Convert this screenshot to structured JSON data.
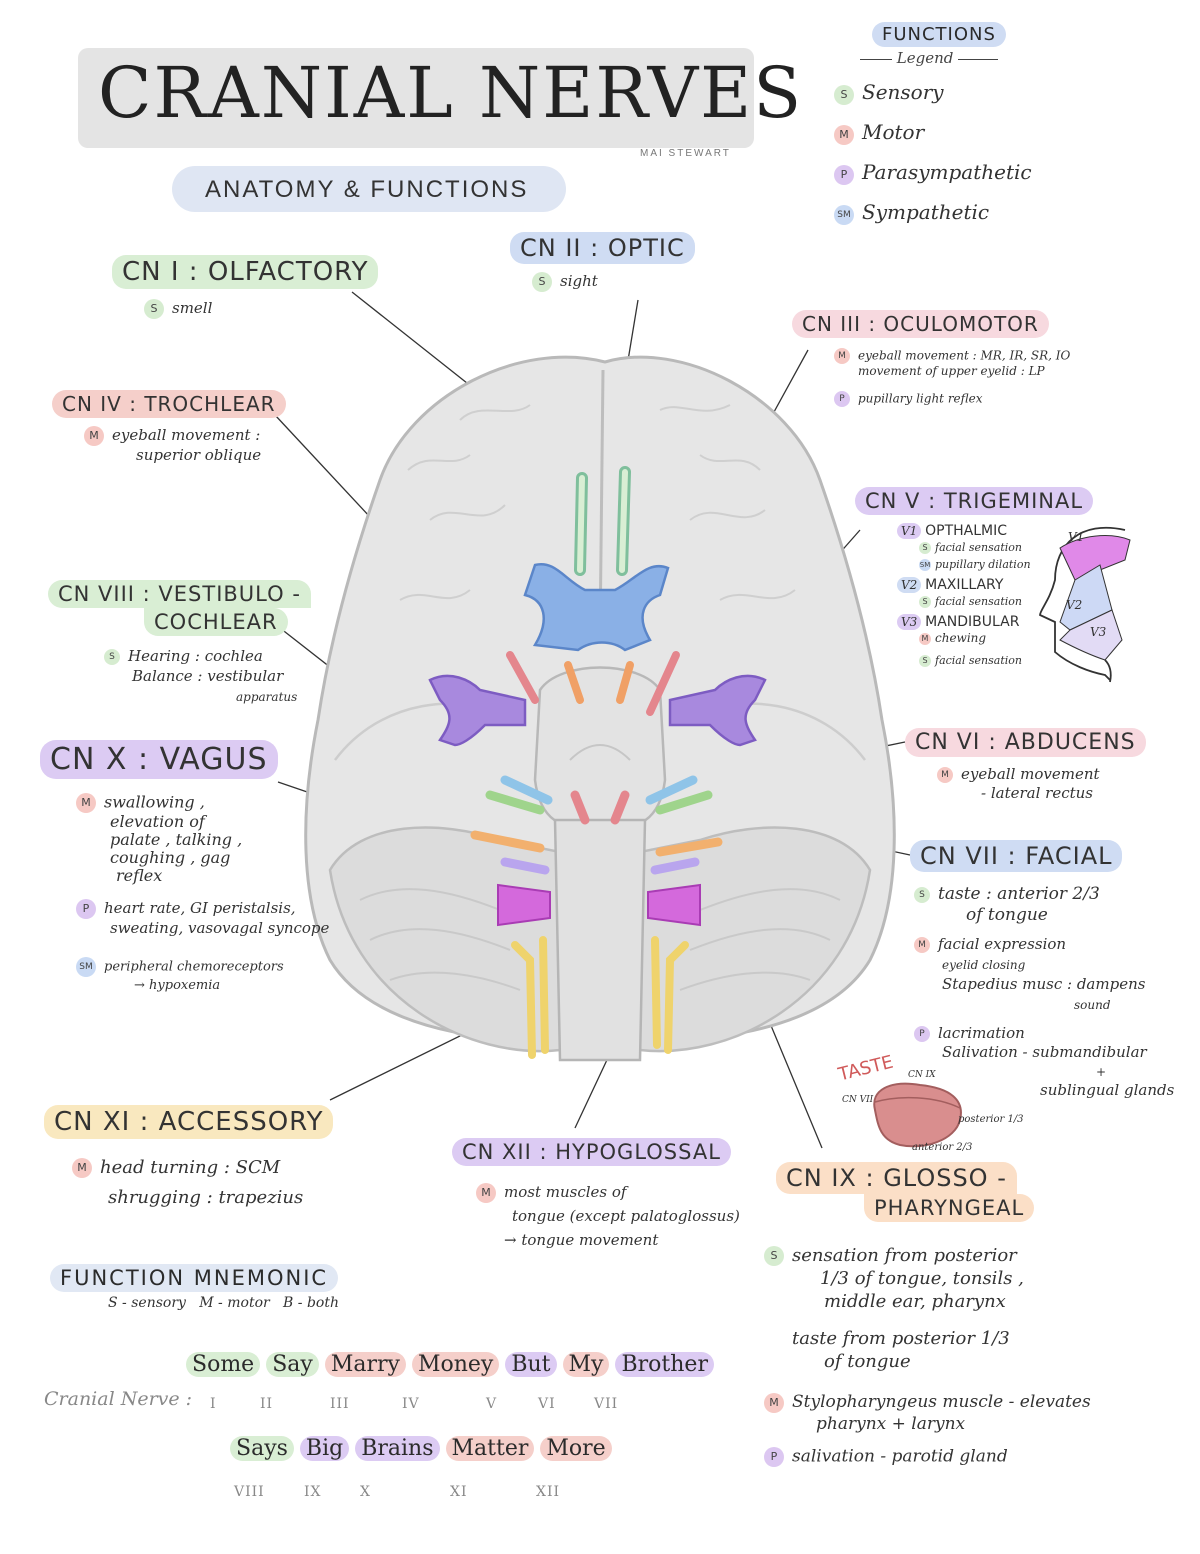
{
  "title": "CRANIAL NERVES",
  "subtitle": "ANATOMY & FUNCTIONS",
  "author": "MAI STEWART",
  "legend": {
    "heading": "FUNCTIONS",
    "label": "Legend",
    "items": [
      {
        "badge": "S",
        "label": "Sensory",
        "color": "#d6ecd0"
      },
      {
        "badge": "M",
        "label": "Motor",
        "color": "#f6c9c4"
      },
      {
        "badge": "P",
        "label": "Parasympathetic",
        "color": "#dcc7f1"
      },
      {
        "badge": "SM",
        "label": "Sympathetic",
        "color": "#c9daf4"
      }
    ]
  },
  "nerves": {
    "cn1": {
      "title": "CN I : OLFACTORY",
      "items": [
        {
          "badge": "S",
          "text": "smell"
        }
      ]
    },
    "cn2": {
      "title": "CN II : OPTIC",
      "items": [
        {
          "badge": "S",
          "text": "sight"
        }
      ]
    },
    "cn3": {
      "title": "CN III : OCULOMOTOR",
      "items": [
        {
          "badge": "M",
          "text": "eyeball movement : MR, IR, SR, IO",
          "text2": "movement of upper eyelid : LP"
        },
        {
          "badge": "P",
          "text": "pupillary light reflex"
        }
      ]
    },
    "cn4": {
      "title": "CN IV : TROCHLEAR",
      "items": [
        {
          "badge": "M",
          "text": "eyeball movement :",
          "text2": "superior oblique"
        }
      ]
    },
    "cn5": {
      "title": "CN V : TRIGEMINAL",
      "v1": {
        "label": "V1",
        "name": "OPTHALMIC",
        "s": "facial sensation",
        "sm": "pupillary dilation"
      },
      "v2": {
        "label": "V2",
        "name": "MAXILLARY",
        "s": "facial sensation"
      },
      "v3": {
        "label": "V3",
        "name": "MANDIBULAR",
        "m": "chewing",
        "s": "facial sensation"
      },
      "face_labels": [
        "V1",
        "V2",
        "V3"
      ]
    },
    "cn6": {
      "title": "CN VI : ABDUCENS",
      "items": [
        {
          "badge": "M",
          "text": "eyeball movement",
          "text2": "- lateral rectus"
        }
      ]
    },
    "cn7": {
      "title": "CN VII : FACIAL",
      "s1": "taste : anterior 2/3",
      "s2": "of tongue",
      "m1": "facial expression",
      "m2": "eyelid closing",
      "m3": "Stapedius musc : dampens",
      "m4": "sound",
      "p1": "lacrimation",
      "p2": "Salivation - submandibular",
      "p3": "+",
      "p4": "sublingual glands"
    },
    "cn8": {
      "title_line1": "CN VIII : VESTIBULO -",
      "title_line2": "COCHLEAR",
      "s1": "Hearing : cochlea",
      "s2": "Balance : vestibular",
      "s3": "apparatus"
    },
    "cn9": {
      "title_line1": "CN IX : GLOSSO -",
      "title_line2": "PHARYNGEAL",
      "s1": "sensation from posterior",
      "s2": "1/3 of tongue, tonsils ,",
      "s3": "middle ear, pharynx",
      "s4": "taste from posterior 1/3",
      "s5": "of tongue",
      "m1": "Stylopharyngeus muscle - elevates",
      "m2": "pharynx + larynx",
      "p1": "salivation - parotid gland"
    },
    "cn10": {
      "title": "CN X : VAGUS",
      "m1": "swallowing ,",
      "m2": "elevation of",
      "m3": "palate , talking ,",
      "m4": "coughing , gag",
      "m5": "reflex",
      "p1": "heart rate, GI peristalsis,",
      "p2": "sweating, vasovagal syncope",
      "sm1": "peripheral chemoreceptors",
      "sm2": "→ hypoxemia"
    },
    "cn11": {
      "title": "CN XI : ACCESSORY",
      "m1": "head turning : SCM",
      "m2": "shrugging : trapezius"
    },
    "cn12": {
      "title": "CN XII : HYPOGLOSSAL",
      "m1": "most muscles of",
      "m2": "tongue (except palatoglossus)",
      "m3": "→ tongue movement"
    }
  },
  "taste": {
    "label": "TASTE",
    "cn9": "CN IX",
    "cn7": "CN VII",
    "posterior": "posterior 1/3",
    "anterior": "anterior 2/3"
  },
  "mnemonic": {
    "heading": "FUNCTION MNEMONIC",
    "key": "S - sensory   M - motor   B - both",
    "row_label": "Cranial Nerve :",
    "row1": [
      {
        "word": "Some",
        "numeral": "I",
        "color": "#d9eed4"
      },
      {
        "word": "Say",
        "numeral": "II",
        "color": "#d9eed4"
      },
      {
        "word": "Marry",
        "numeral": "III",
        "color": "#f5cfca"
      },
      {
        "word": "Money",
        "numeral": "IV",
        "color": "#f5cfca"
      },
      {
        "word": "But",
        "numeral": "V",
        "color": "#dccbf3"
      },
      {
        "word": "My",
        "numeral": "VI",
        "color": "#f5cfca"
      },
      {
        "word": "Brother",
        "numeral": "VII",
        "color": "#dccbf3"
      }
    ],
    "row2": [
      {
        "word": "Says",
        "numeral": "VIII",
        "color": "#d9eed4"
      },
      {
        "word": "Big",
        "numeral": "IX",
        "color": "#dccbf3"
      },
      {
        "word": "Brains",
        "numeral": "X",
        "color": "#dccbf3"
      },
      {
        "word": "Matter",
        "numeral": "XI",
        "color": "#f5cfca"
      },
      {
        "word": "More",
        "numeral": "XII",
        "color": "#f5cfca"
      }
    ]
  }
}
